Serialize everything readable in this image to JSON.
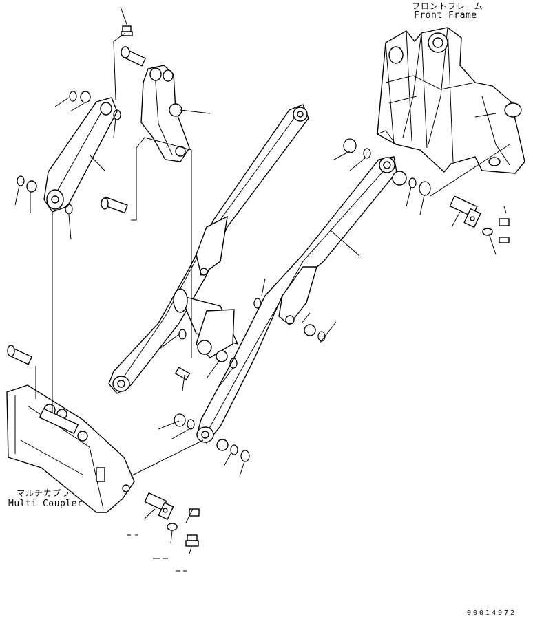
{
  "labels": {
    "front_frame_ja": "フロントフレーム",
    "front_frame_en": "Front Frame",
    "multi_coupler_ja": "マルチカプラ",
    "multi_coupler_en": "Multi Coupler"
  },
  "document_number": "00014972"
}
